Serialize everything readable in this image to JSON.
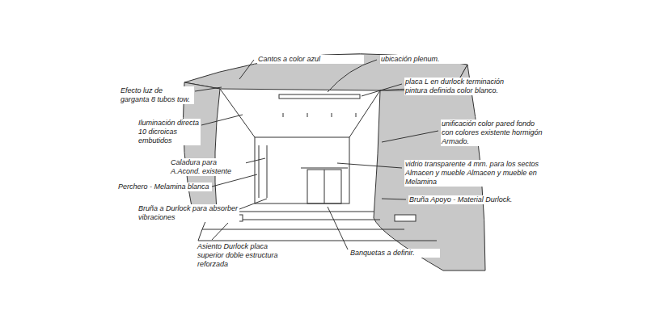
{
  "diagram": {
    "labels": [
      "Cantos a color azul",
      "ubicación plenum.",
      "placa L en durlock terminación pintura definida color blanco.",
      "Efecto luz de garganta 8 tubos tow.",
      "Iluminación directa 10 dicroicas embutidos",
      "unificación color pared fondo con colores existente hormigón Armado.",
      "Caladura para A.Acond. existente",
      "Perchero - Melamina blanca",
      "Bruña a Durlock para absorber vibraciones",
      "vidrio transparente 4 mm. para los sectos Almacen y mueble Almacen y mueble en Melamina",
      "Bruña Apoyo - Material Durlock.",
      "Asiento Durlock placa superior doble estructura reforzada",
      "Banquetas a definir."
    ]
  }
}
